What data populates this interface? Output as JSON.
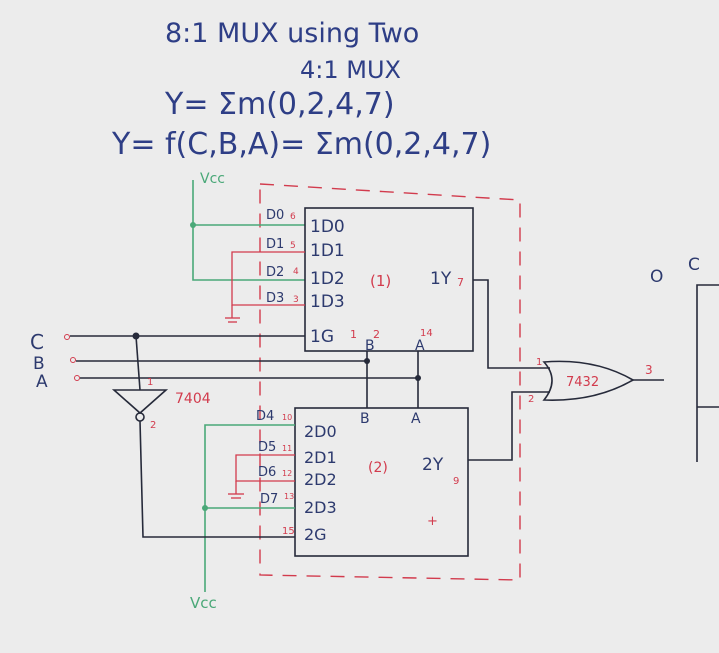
{
  "title_line1": "8:1 MUX using Two",
  "title_line2": "4:1 MUX",
  "eq1": "Y= Σm(0,2,4,7)",
  "eq2": "Y= f(C,B,A)= Σm(0,2,4,7)",
  "vcc_top": "Vcc",
  "vcc_bottom": "Vcc",
  "mux1": {
    "inputs": [
      "1D0",
      "1D1",
      "1D2",
      "1D3"
    ],
    "enable": "1G",
    "output": "1Y",
    "select_b": "B",
    "select_a": "A",
    "tag": "(1)",
    "data_labels": [
      "D0",
      "D1",
      "D2",
      "D3"
    ],
    "pin_in": [
      "6",
      "5",
      "4",
      "3"
    ],
    "pin_out": "7",
    "pin_g": "1",
    "pin_b": "2",
    "pin_a": "14"
  },
  "mux2": {
    "inputs": [
      "2D0",
      "2D1",
      "2D2",
      "2D3"
    ],
    "enable": "2G",
    "output": "2Y",
    "select_b": "B",
    "select_a": "A",
    "tag": "(2)",
    "data_labels": [
      "D4",
      "D5",
      "D6",
      "D7"
    ],
    "pin_in": [
      "10",
      "11",
      "12",
      "13"
    ],
    "pin_out": "9",
    "pin_g": "15",
    "plus": "+"
  },
  "signals": {
    "c": "C",
    "b": "B",
    "a": "A"
  },
  "not_gate": {
    "label": "7404",
    "pin_in": "1",
    "pin_out": "2"
  },
  "or_gate": {
    "label": "7432",
    "pin_in1": "1",
    "pin_in2": "2",
    "pin_out": "3"
  },
  "right_side": {
    "o": "O",
    "c": "C"
  }
}
